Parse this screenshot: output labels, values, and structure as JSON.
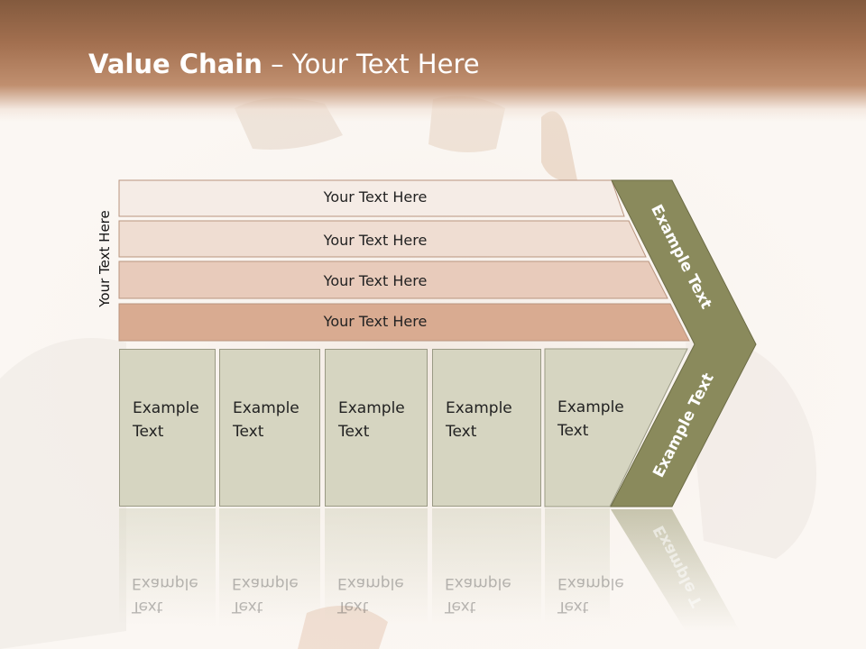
{
  "title": {
    "bold": "Value Chain",
    "rest": " – Your Text Here"
  },
  "side_label": "Your Text Here",
  "support_bands": [
    {
      "label": "Your Text Here"
    },
    {
      "label": "Your Text Here"
    },
    {
      "label": "Your Text Here"
    },
    {
      "label": "Your Text Here"
    }
  ],
  "primary_boxes": [
    {
      "line1": "Example",
      "line2": "Text"
    },
    {
      "line1": "Example",
      "line2": "Text"
    },
    {
      "line1": "Example",
      "line2": "Text"
    },
    {
      "line1": "Example",
      "line2": "Text"
    },
    {
      "line1": "Example",
      "line2": "Text"
    }
  ],
  "chevron": {
    "top_label": "Example Text",
    "bottom_label": "Example Text",
    "reflect_label": "Example T"
  },
  "colors": {
    "header": "#a26f4f",
    "band1": "#f5ece6",
    "band2": "#efddd2",
    "band3": "#e8cbbb",
    "band4": "#d9ab91",
    "box": "#d6d5c1",
    "chevron": "#8a8a5c"
  }
}
